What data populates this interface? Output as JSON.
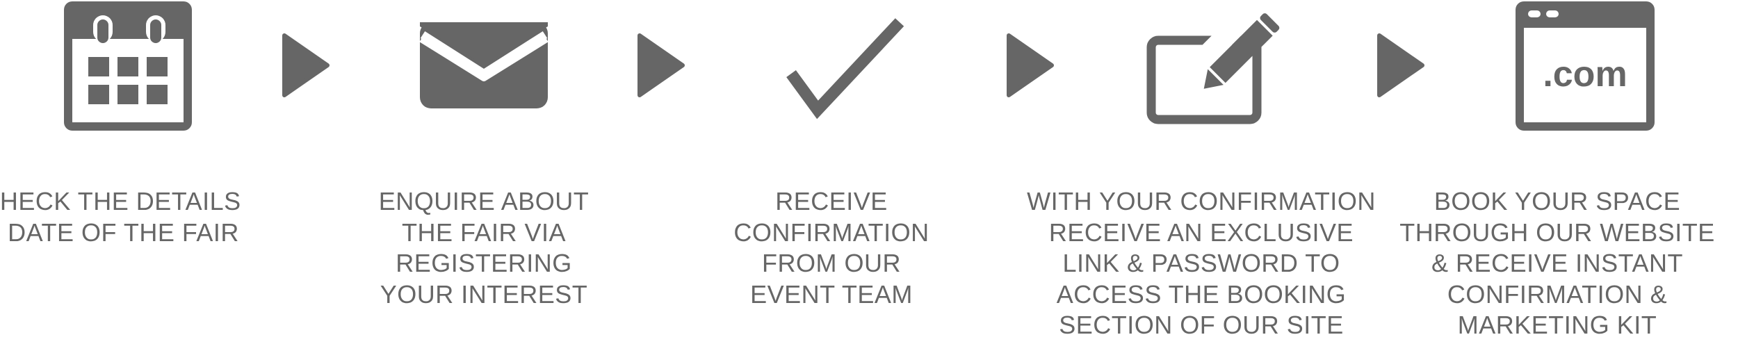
{
  "steps": [
    {
      "id": "check",
      "icon": "calendar-icon",
      "lines": [
        "CHECK THE DETAILS",
        "& DATE OF THE FAIR"
      ]
    },
    {
      "id": "enquire",
      "icon": "envelope-icon",
      "lines": [
        "ENQUIRE ABOUT",
        "THE FAIR VIA",
        "REGISTERING",
        "YOUR INTEREST"
      ]
    },
    {
      "id": "receive",
      "icon": "checkmark-icon",
      "lines": [
        "RECEIVE",
        "CONFIRMATION",
        "FROM OUR",
        "EVENT TEAM"
      ]
    },
    {
      "id": "link",
      "icon": "pencil-screen-icon",
      "lines": [
        "WITH YOUR CONFIRMATION",
        "RECEIVE AN EXCLUSIVE",
        "LINK & PASSWORD TO",
        "ACCESS THE BOOKING",
        "SECTION OF OUR SITE"
      ]
    },
    {
      "id": "book",
      "icon": "browser-window-icon",
      "lines": [
        "BOOK YOUR SPACE",
        "THROUGH OUR WEBSITE",
        "& RECEIVE INSTANT",
        "CONFIRMATION &",
        "MARKETING KIT"
      ]
    }
  ],
  "browser_label": ".com",
  "colors": {
    "icon": "#666666",
    "text": "#666666",
    "background": "#ffffff"
  }
}
